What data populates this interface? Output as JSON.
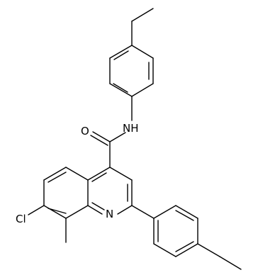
{
  "molecule": {
    "atoms": {
      "nh": "NH",
      "carbonyl_o": "O",
      "quinoline_n": "N",
      "chlorine": "Cl"
    },
    "colors": {
      "background": "#ffffff",
      "bond": "#000000",
      "label": "#000000"
    }
  }
}
